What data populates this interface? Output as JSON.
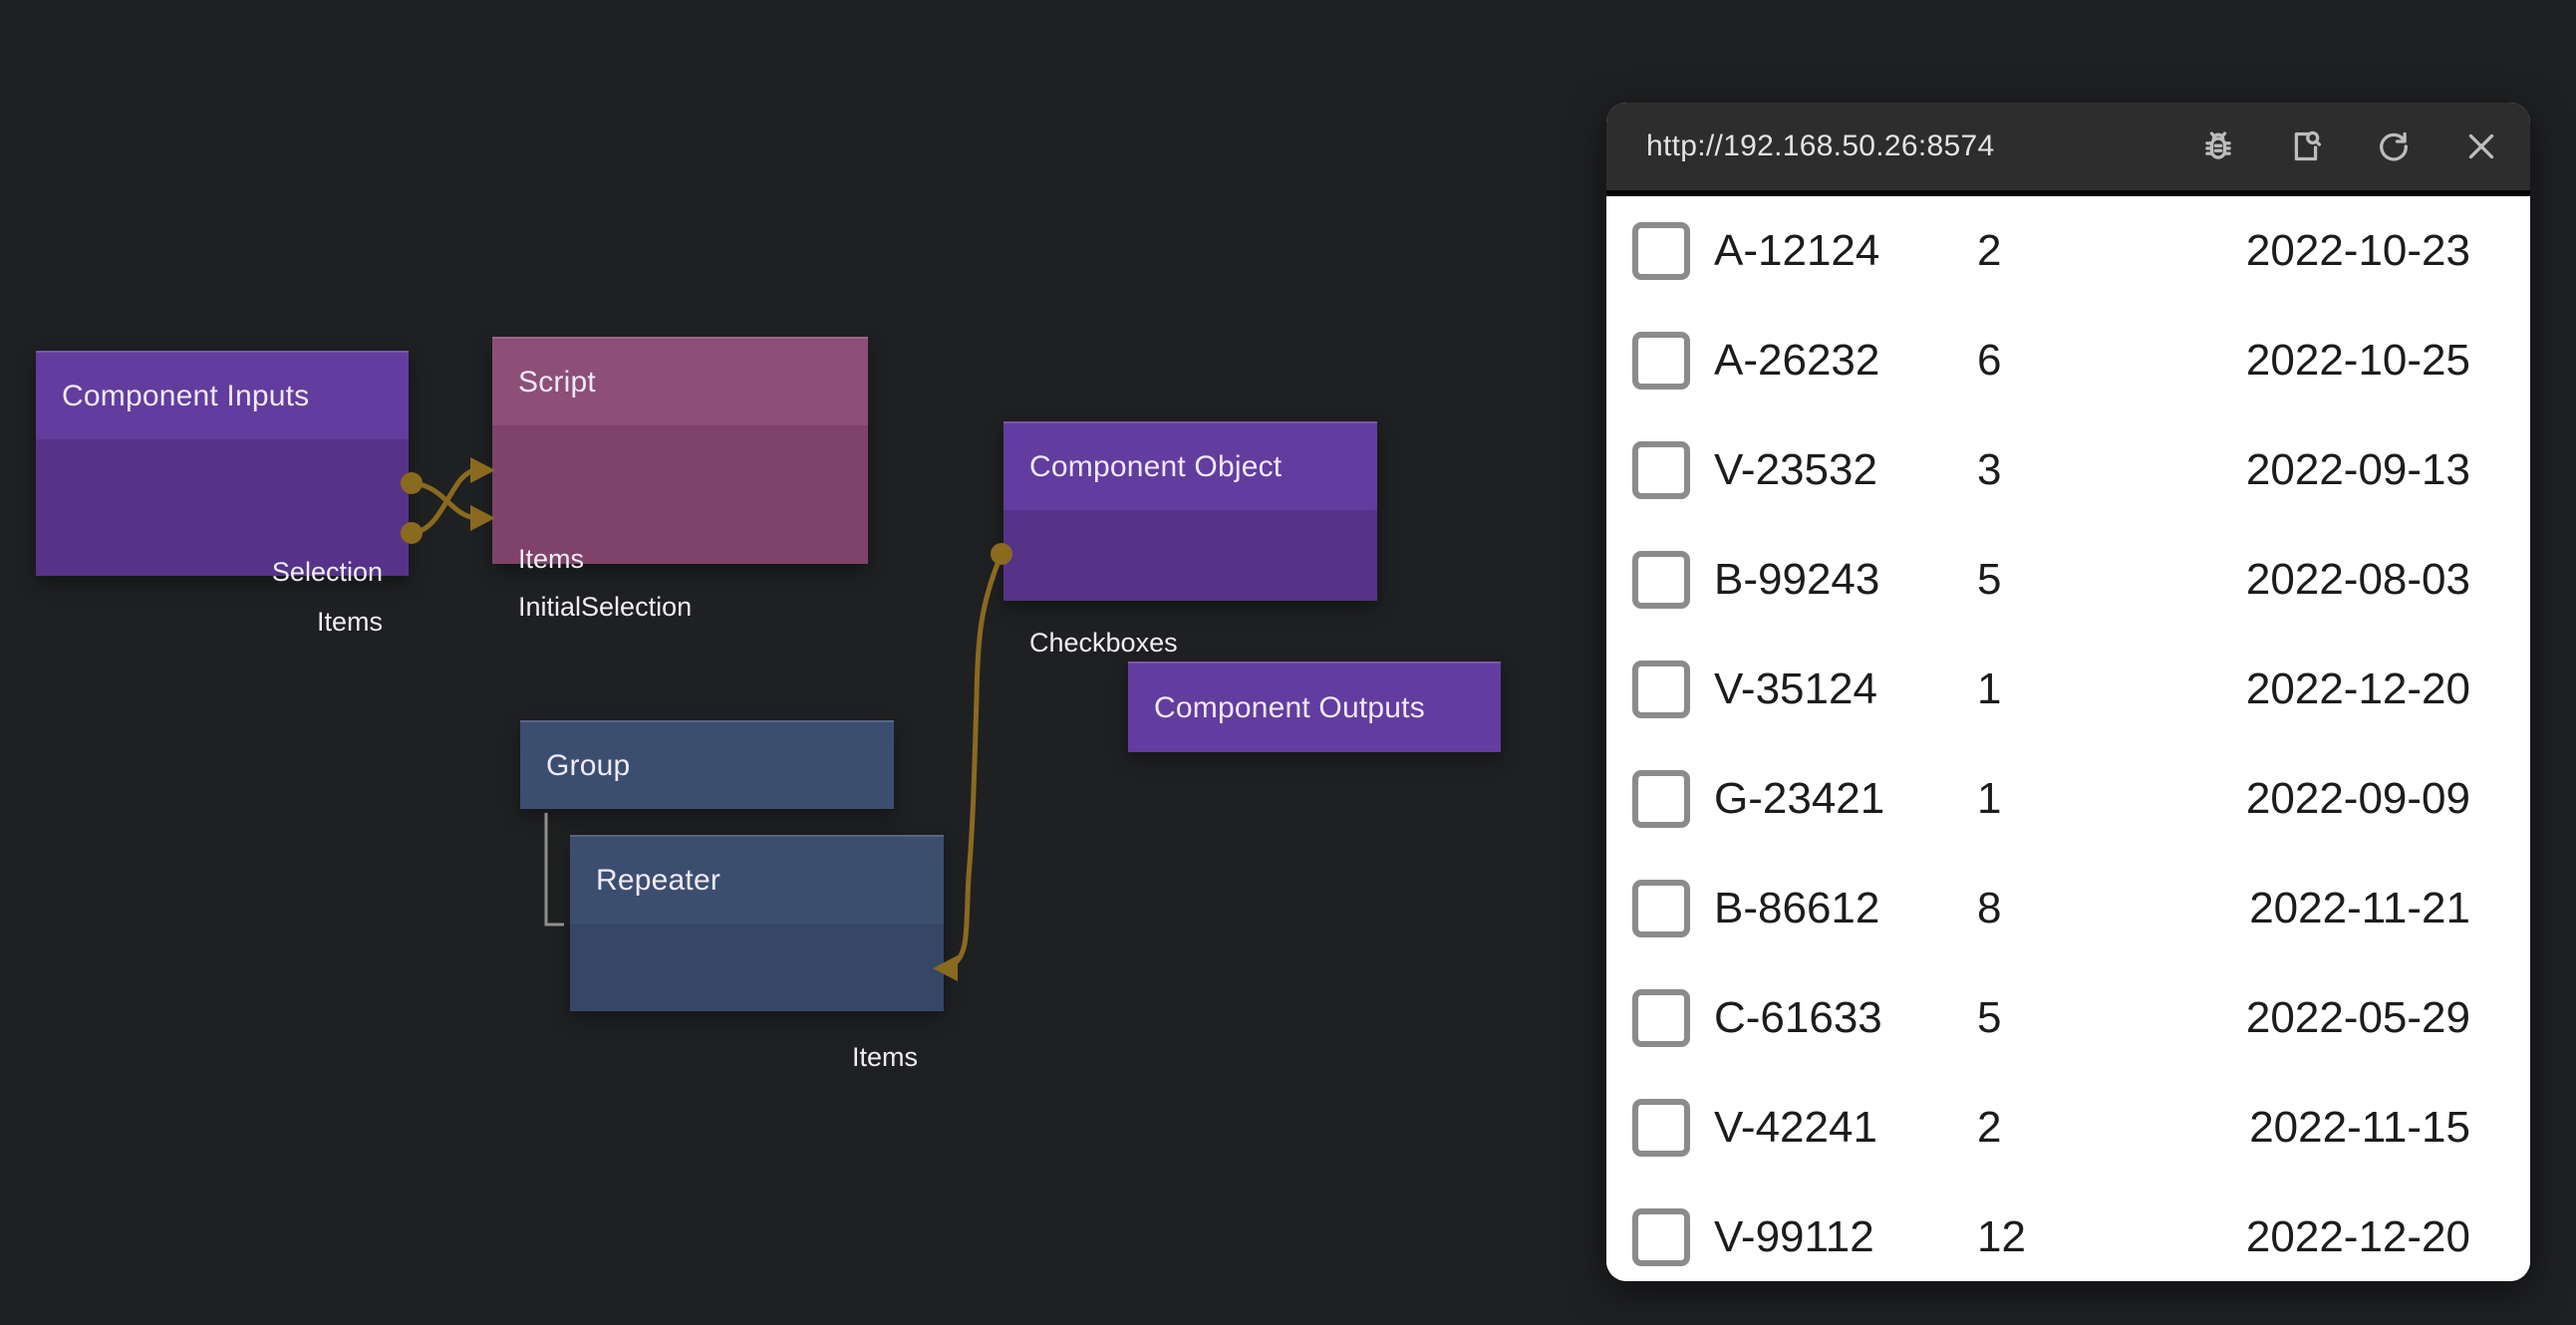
{
  "theme": {
    "background": "#1f2022",
    "wire": "#8a6a1f",
    "connector_gray": "#8f8f8f",
    "purple_header": "#633c9f",
    "purple_body": "#563389",
    "mauve_header": "#8d4e78",
    "mauve_body": "#7f426b",
    "slate_header": "#3c4e70",
    "slate_body": "#364668",
    "panel_bar": "#2d2d2e",
    "panel_bg": "#ffffff",
    "url_text": "#e3e3e3",
    "icon_color": "#bdbdbd",
    "row_text": "#1c1c1c",
    "checkbox_border": "#8b8b8b"
  },
  "canvas": {
    "nodes": [
      {
        "id": "component-inputs",
        "title": "Component Inputs",
        "style": "purple",
        "ports": [
          {
            "name": "Selection",
            "side": "right",
            "kind": "output-dot"
          },
          {
            "name": "Items",
            "side": "right",
            "kind": "output-dot"
          }
        ]
      },
      {
        "id": "script",
        "title": "Script",
        "style": "mauve",
        "ports": [
          {
            "name": "Items",
            "side": "left",
            "kind": "input-arrow"
          },
          {
            "name": "InitialSelection",
            "side": "left",
            "kind": "input-arrow"
          }
        ]
      },
      {
        "id": "component-object",
        "title": "Component Object",
        "style": "purple",
        "ports": [
          {
            "name": "Checkboxes",
            "side": "left",
            "kind": "output-dot"
          }
        ]
      },
      {
        "id": "component-outputs",
        "title": "Component Outputs",
        "style": "purple",
        "ports": []
      },
      {
        "id": "group",
        "title": "Group",
        "style": "slate",
        "ports": []
      },
      {
        "id": "repeater",
        "title": "Repeater",
        "style": "slate",
        "ports": [
          {
            "name": "Items",
            "side": "right",
            "kind": "input-arrow"
          }
        ]
      }
    ],
    "connections": [
      {
        "from": "Component Inputs.Selection",
        "to": "Script.InitialSelection"
      },
      {
        "from": "Component Inputs.Items",
        "to": "Script.Items"
      },
      {
        "from": "Component Object.Checkboxes",
        "to": "Repeater.Items"
      },
      {
        "from": "Group",
        "to": "Repeater",
        "kind": "parent-child"
      }
    ]
  },
  "browser": {
    "url": "http://192.168.50.26:8574",
    "toolbar_icons": [
      "debug-bug",
      "inspect-page",
      "refresh",
      "close"
    ],
    "rows": [
      {
        "id": "A-12124",
        "qty": "2",
        "date": "2022-10-23"
      },
      {
        "id": "A-26232",
        "qty": "6",
        "date": "2022-10-25"
      },
      {
        "id": "V-23532",
        "qty": "3",
        "date": "2022-09-13"
      },
      {
        "id": "B-99243",
        "qty": "5",
        "date": "2022-08-03"
      },
      {
        "id": "V-35124",
        "qty": "1",
        "date": "2022-12-20"
      },
      {
        "id": "G-23421",
        "qty": "1",
        "date": "2022-09-09"
      },
      {
        "id": "B-86612",
        "qty": "8",
        "date": "2022-11-21"
      },
      {
        "id": "C-61633",
        "qty": "5",
        "date": "2022-05-29"
      },
      {
        "id": "V-42241",
        "qty": "2",
        "date": "2022-11-15"
      },
      {
        "id": "V-99112",
        "qty": "12",
        "date": "2022-12-20"
      }
    ]
  }
}
